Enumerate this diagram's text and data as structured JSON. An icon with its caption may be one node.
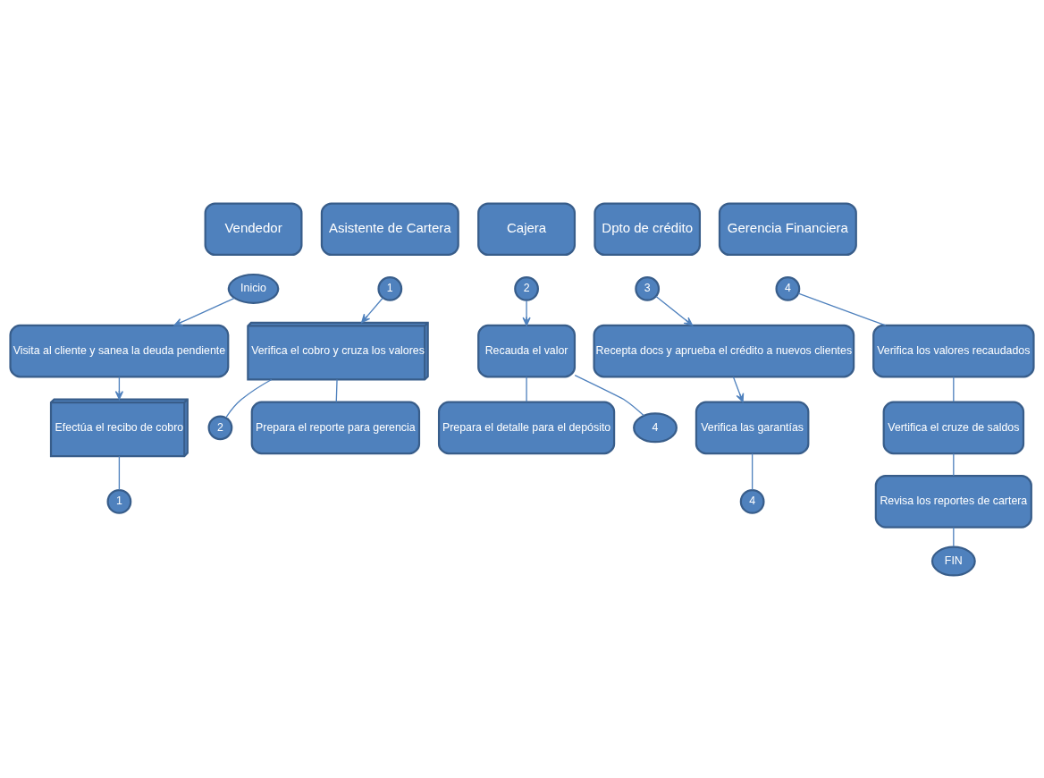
{
  "diagram": {
    "nodes": [
      {
        "text": [
          "Vendedor"
        ]
      },
      {
        "text": [
          "Asistente de Cartera"
        ]
      },
      {
        "text": [
          "Cajera"
        ]
      },
      {
        "text": [
          "Dpto de crédito"
        ]
      },
      {
        "text": [
          "Gerencia Financiera"
        ]
      },
      {
        "text": [
          "Inicio"
        ]
      },
      {
        "text": [
          "Visita al cliente y sanea la deuda pendiente"
        ]
      },
      {
        "text": [
          "Efectúa el recibo de cobro"
        ]
      },
      {
        "text": [
          "1"
        ]
      },
      {
        "text": [
          "1"
        ]
      },
      {
        "text": [
          "Verifica el cobro y cruza los valores"
        ]
      },
      {
        "text": [
          "2"
        ]
      },
      {
        "text": [
          "Prepara el reporte para gerencia"
        ]
      },
      {
        "text": [
          "2"
        ]
      },
      {
        "text": [
          "Recauda el valor"
        ]
      },
      {
        "text": [
          "Prepara el detalle para el depósito"
        ]
      },
      {
        "text": [
          "4"
        ]
      },
      {
        "text": [
          "3"
        ]
      },
      {
        "text": [
          "Recepta docs y aprueba el crédito a nuevos clientes"
        ]
      },
      {
        "text": [
          "Verifica las garantías"
        ]
      },
      {
        "text": [
          "4"
        ]
      },
      {
        "text": [
          "4"
        ]
      },
      {
        "text": [
          "Verifica los valores recaudados"
        ]
      },
      {
        "text": [
          "Vertifica el cruze de saldos"
        ]
      },
      {
        "text": [
          "Revisa los reportes de cartera"
        ]
      },
      {
        "text": [
          "FIN"
        ]
      }
    ],
    "edges": [
      {
        "from": 5,
        "to": 6,
        "arrow": "to"
      },
      {
        "from": 6,
        "to": 7,
        "arrow": "to"
      },
      {
        "from": 7,
        "to": 8,
        "arrow": "none"
      },
      {
        "from": 9,
        "to": 10,
        "arrow": "to"
      },
      {
        "from": 10,
        "to": 11,
        "arrow": "none"
      },
      {
        "from": 10,
        "to": 12,
        "arrow": "none"
      },
      {
        "from": 13,
        "to": 14,
        "arrow": "to"
      },
      {
        "from": 14,
        "to": 15,
        "arrow": "none"
      },
      {
        "from": 14,
        "to": 16,
        "arrow": "none"
      },
      {
        "from": 17,
        "to": 18,
        "arrow": "to"
      },
      {
        "from": 18,
        "to": 19,
        "arrow": "to"
      },
      {
        "from": 19,
        "to": 20,
        "arrow": "none"
      },
      {
        "from": 21,
        "to": 22,
        "arrow": "none"
      },
      {
        "from": 22,
        "to": 23,
        "arrow": "none"
      },
      {
        "from": 23,
        "to": 24,
        "arrow": "none"
      },
      {
        "from": 24,
        "to": 25,
        "arrow": "none"
      }
    ]
  }
}
